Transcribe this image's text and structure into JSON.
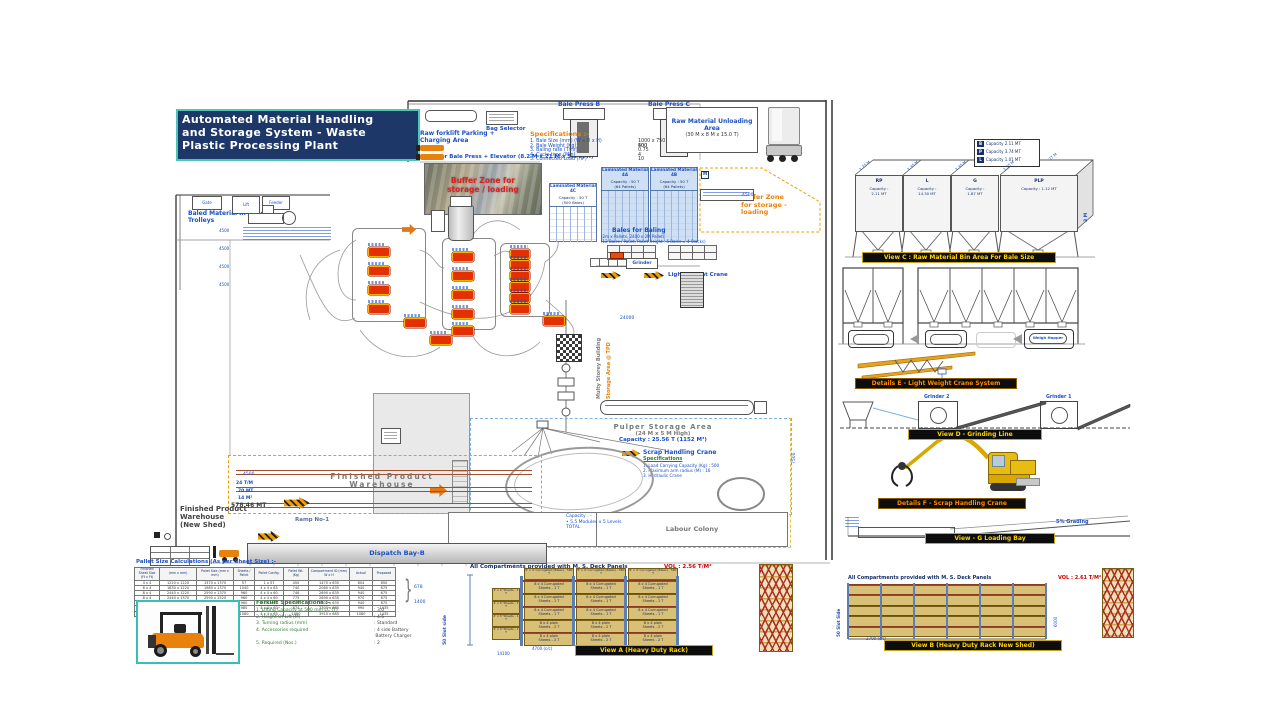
{
  "title": {
    "lines": [
      "Automated  Material Handling",
      "and Storage System - Waste",
      "Plastic Processing Plant"
    ]
  },
  "colors": {
    "title_bg": "#1d3868",
    "title_border": "#49c6b8",
    "accent_blue": "#1a4fc4",
    "accent_orange": "#e8820c",
    "banner_yellow": "#ffd400",
    "banner_orange": "#ff8c00",
    "tag_red": "#e33000",
    "rack_tan": "#d9c077",
    "teal": "#35c0b5"
  },
  "top": {
    "forklift_parking": "Raw forklift Parking + Charging  Area",
    "bag_selector": "Bag Selector",
    "bale_press_b": "Bale Press B",
    "bale_press_c": "Bale Press C",
    "unloading": [
      "Raw Material Unloading",
      "Area",
      "(30 M x 8 M x 15.0 T)"
    ],
    "shed": "Shed for Bale Press + Elevator  (8.2 M x 21 M x 5.5 M H)",
    "specifications": {
      "title": "Specifications :-",
      "items": [
        {
          "label": "1. Bale Size (mm) (W x D x H)",
          "value": "1000 x 750 x 500"
        },
        {
          "label": "2. Bale Weight  (Kg)",
          "value": "400"
        },
        {
          "label": "3. Baling rate  (T/Hr)",
          "value": "0.75"
        },
        {
          "label": "4. Cycle time  (Min)",
          "value": "4"
        },
        {
          "label": "5. Connected Load  (HP)",
          "value": "10"
        }
      ]
    },
    "photo_caption": [
      "Buffer Zone for",
      "storage / loading"
    ],
    "laminated": [
      {
        "name": "Laminated Material 4C",
        "cap": "Capacity :  50 T",
        "sub": "(500 Bales)"
      },
      {
        "name": "Laminated Material 4A",
        "cap": "Capacity :  50 T",
        "sub": "(64 Pallets)"
      },
      {
        "name": "Laminated Material 4B",
        "cap": "Capacity :  50 T",
        "sub": "(64 Pallets)"
      }
    ],
    "buffer_zone": [
      "Buffer Zone",
      "for storage -",
      "loading"
    ],
    "bales_for_baling": {
      "title": "Bales for Baling",
      "sub": "(2m x Pallets, 2400 x 2M Pallet)",
      "sub2": "(12 Bales / Pallet, Pallet Height : 5 Bales = 4 Stacks)"
    },
    "grinder": "Grinder",
    "light_weight_crane": "Light Weight Crane",
    "h_marker": "H"
  },
  "left": {
    "cage_trolleys": "Baled Material in Cage Trolleys",
    "boxes": [
      "Gate",
      "Lift",
      "Feeder"
    ],
    "dims": [
      "4500",
      "4500",
      "4500",
      "4500"
    ]
  },
  "center": {
    "multy_storey": "Multy Storey Building",
    "storage_area": "Storage Area @ TPD",
    "pulper": [
      "Pulper Storage Area",
      "(24 M x 5 M High)",
      "Capacity :  25.56 T  (1152 M³)"
    ],
    "crane": {
      "title": "Scrap Handling Crane",
      "sub": "Specifications",
      "items": [
        "1. Load Carrying Capacity   (Kg)  :  500",
        "2. Maximum arm radius      (M)  :  16",
        "3. Hydraulic Crane"
      ]
    },
    "labour_colony": "Labour Colony",
    "warehouse": {
      "title_l1": "Finished Product",
      "title_l2": "Warehouse",
      "vals": [
        "24 T/M",
        "70 MT",
        "14 M²"
      ],
      "total": "578.46 MT",
      "dim": "4500"
    },
    "new_shed": [
      "Finished Product",
      "Warehouse",
      "(New Shed)"
    ],
    "ramp": "Ramp No-1",
    "capacity_note": [
      "Capacity : -",
      "• 5.5 Modules x 5 Levels",
      "TOTAL"
    ],
    "dispatch_b": "Dispatch Bay-B"
  },
  "views": {
    "legend": [
      {
        "k": "B",
        "v": "Capacity 2.11 MT"
      },
      {
        "k": "P",
        "v": "Capacity 3.74 MT"
      },
      {
        "k": "L",
        "v": "Capacity 1.01 MT"
      }
    ],
    "bins": [
      {
        "name": "RP",
        "cap": "Capacity :",
        "val": "2.11 MT"
      },
      {
        "name": "L",
        "cap": "Capacity :",
        "val": "14.30 MT"
      },
      {
        "name": "G",
        "cap": "Capacity :",
        "val": "1.87 MT"
      },
      {
        "name": "PLP",
        "cap": "Capacity :  1.12 MT",
        "val": ""
      }
    ],
    "top_dims": [
      "1.75 M",
      "1.35 M",
      "1.35 M",
      "1.35 M",
      "27 M"
    ],
    "side_dim": "3 M",
    "banner_c": "View C : Raw Material Bin Area For Bale Size",
    "weigh_hopper": "Weigh Hopper",
    "banner_e": "Details E - Light Weight Crane System",
    "grinder_2": "Grinder 2",
    "grinder_1": "Grinder 1",
    "banner_d": "View D - Grinding Line",
    "banner_f": "Details F - Scrap Handling Crane",
    "grading": "5% Grading",
    "banner_g": "View - G Loading Bay"
  },
  "bottom": {
    "pallet_table": {
      "title": "Pallet Size Calculations (As per Sheet Size) :-",
      "headers": [
        "Finished Sheet Size (Ft x Ft)",
        "(mm x mm)",
        "Pallet Size (mm x mm)",
        "Sheets / Pallet",
        "Pallet Config.",
        "Pallet Wt. (Kg)",
        "Compartment ID (mm) W x H",
        "Actual",
        "Proposed"
      ],
      "rows": [
        [
          "4 x 4",
          "1220 x 1220",
          "1370 x 1370",
          "57",
          "1 x 57",
          "450",
          "1470 x 635",
          "604",
          "650"
        ],
        [
          "6 x 4",
          "1830 x 1220",
          "1980 x 1370",
          "1040",
          "4 x 4 x 65",
          "740",
          "2080 x 635",
          "940",
          "675"
        ],
        [
          "8 x 4",
          "2440 x 1220",
          "2590 x 1370",
          "960",
          "4 x 4 x 60",
          "746",
          "2690 x 635",
          "940",
          "675"
        ],
        [
          "8 x 4",
          "2440 x 1370",
          "2590 x 1520",
          "960",
          "4 x 4 x 60",
          "775",
          "2690 x 635",
          "970",
          "675"
        ],
        [
          "10 x 4",
          "3050 x 1220",
          "3200 x 1370",
          "960",
          "4 x 4 x 60",
          "746",
          "3300 x 635",
          "940",
          "675"
        ],
        [
          "10 x 5",
          "3050 x 1525",
          "3200 x 1675",
          "980",
          "4 x 4 x 60",
          "874",
          "3300 x 685",
          "990",
          "1435"
        ],
        [
          "12 x 6",
          "3660 x 1830",
          "3810 x 1980",
          "1080",
          "4 x 4 x 65",
          "1080",
          "3910 x 685",
          "1080",
          "1435"
        ]
      ],
      "brace_vals": [
        "678",
        "1400"
      ],
      "slot_side": "50 Slot side"
    },
    "forklift_specs": {
      "title": "Forklift Specifications :-",
      "items": [
        {
          "label": "1.  Lifting Capacity at 500 mm LC   (T)",
          "value": "3.0"
        },
        {
          "label": "2.  Height Of Lift   (M)",
          "value": "4.5"
        },
        {
          "label": "3.  Turning radius   (mm)",
          "value": "Standard"
        },
        {
          "label": "4.  Accessories required",
          "value": "4 side Battery"
        },
        {
          "label": "",
          "value": "Battery Charger"
        },
        {
          "label": "5.  Required   (Nos.)",
          "value": "2"
        }
      ]
    },
    "view_a": {
      "title": "All Compartments provided with M. S. Deck Panels",
      "vol": "VOL : 2.56 T/M²",
      "banner": "View A (Heavy Duty Rack)",
      "top_box": "8' x 4' Corrugated (Bales) - 580 T",
      "left_box": "4' x 4' Sheets - 1 T",
      "rows": [
        [
          "8 x 4 Corrugated",
          "Sheets - 1 T"
        ],
        [
          "8 x 4 Corrugated",
          "Sheets - 1 T"
        ],
        [
          "8 x 4 Corrugated",
          "Sheets - 1 T"
        ],
        [
          "8 x 4 plain",
          "Sheets - 2 T"
        ],
        [
          "8 x 4 plain",
          "Sheets - 2 T"
        ]
      ],
      "dims": [
        "4700 (c/c)",
        "14100"
      ]
    },
    "view_b": {
      "title": "All Compartments provided with M. S. Deck Panels",
      "vol": "VOL : 2.61 T/M²",
      "banner": "View B (Heavy Duty Rack New Shed)",
      "left_vert": "50 Slot Side",
      "dims": [
        "2700 (c/c)",
        "16200",
        "6000"
      ]
    }
  },
  "plant_dims": [
    "4500",
    "24000",
    "7500"
  ]
}
